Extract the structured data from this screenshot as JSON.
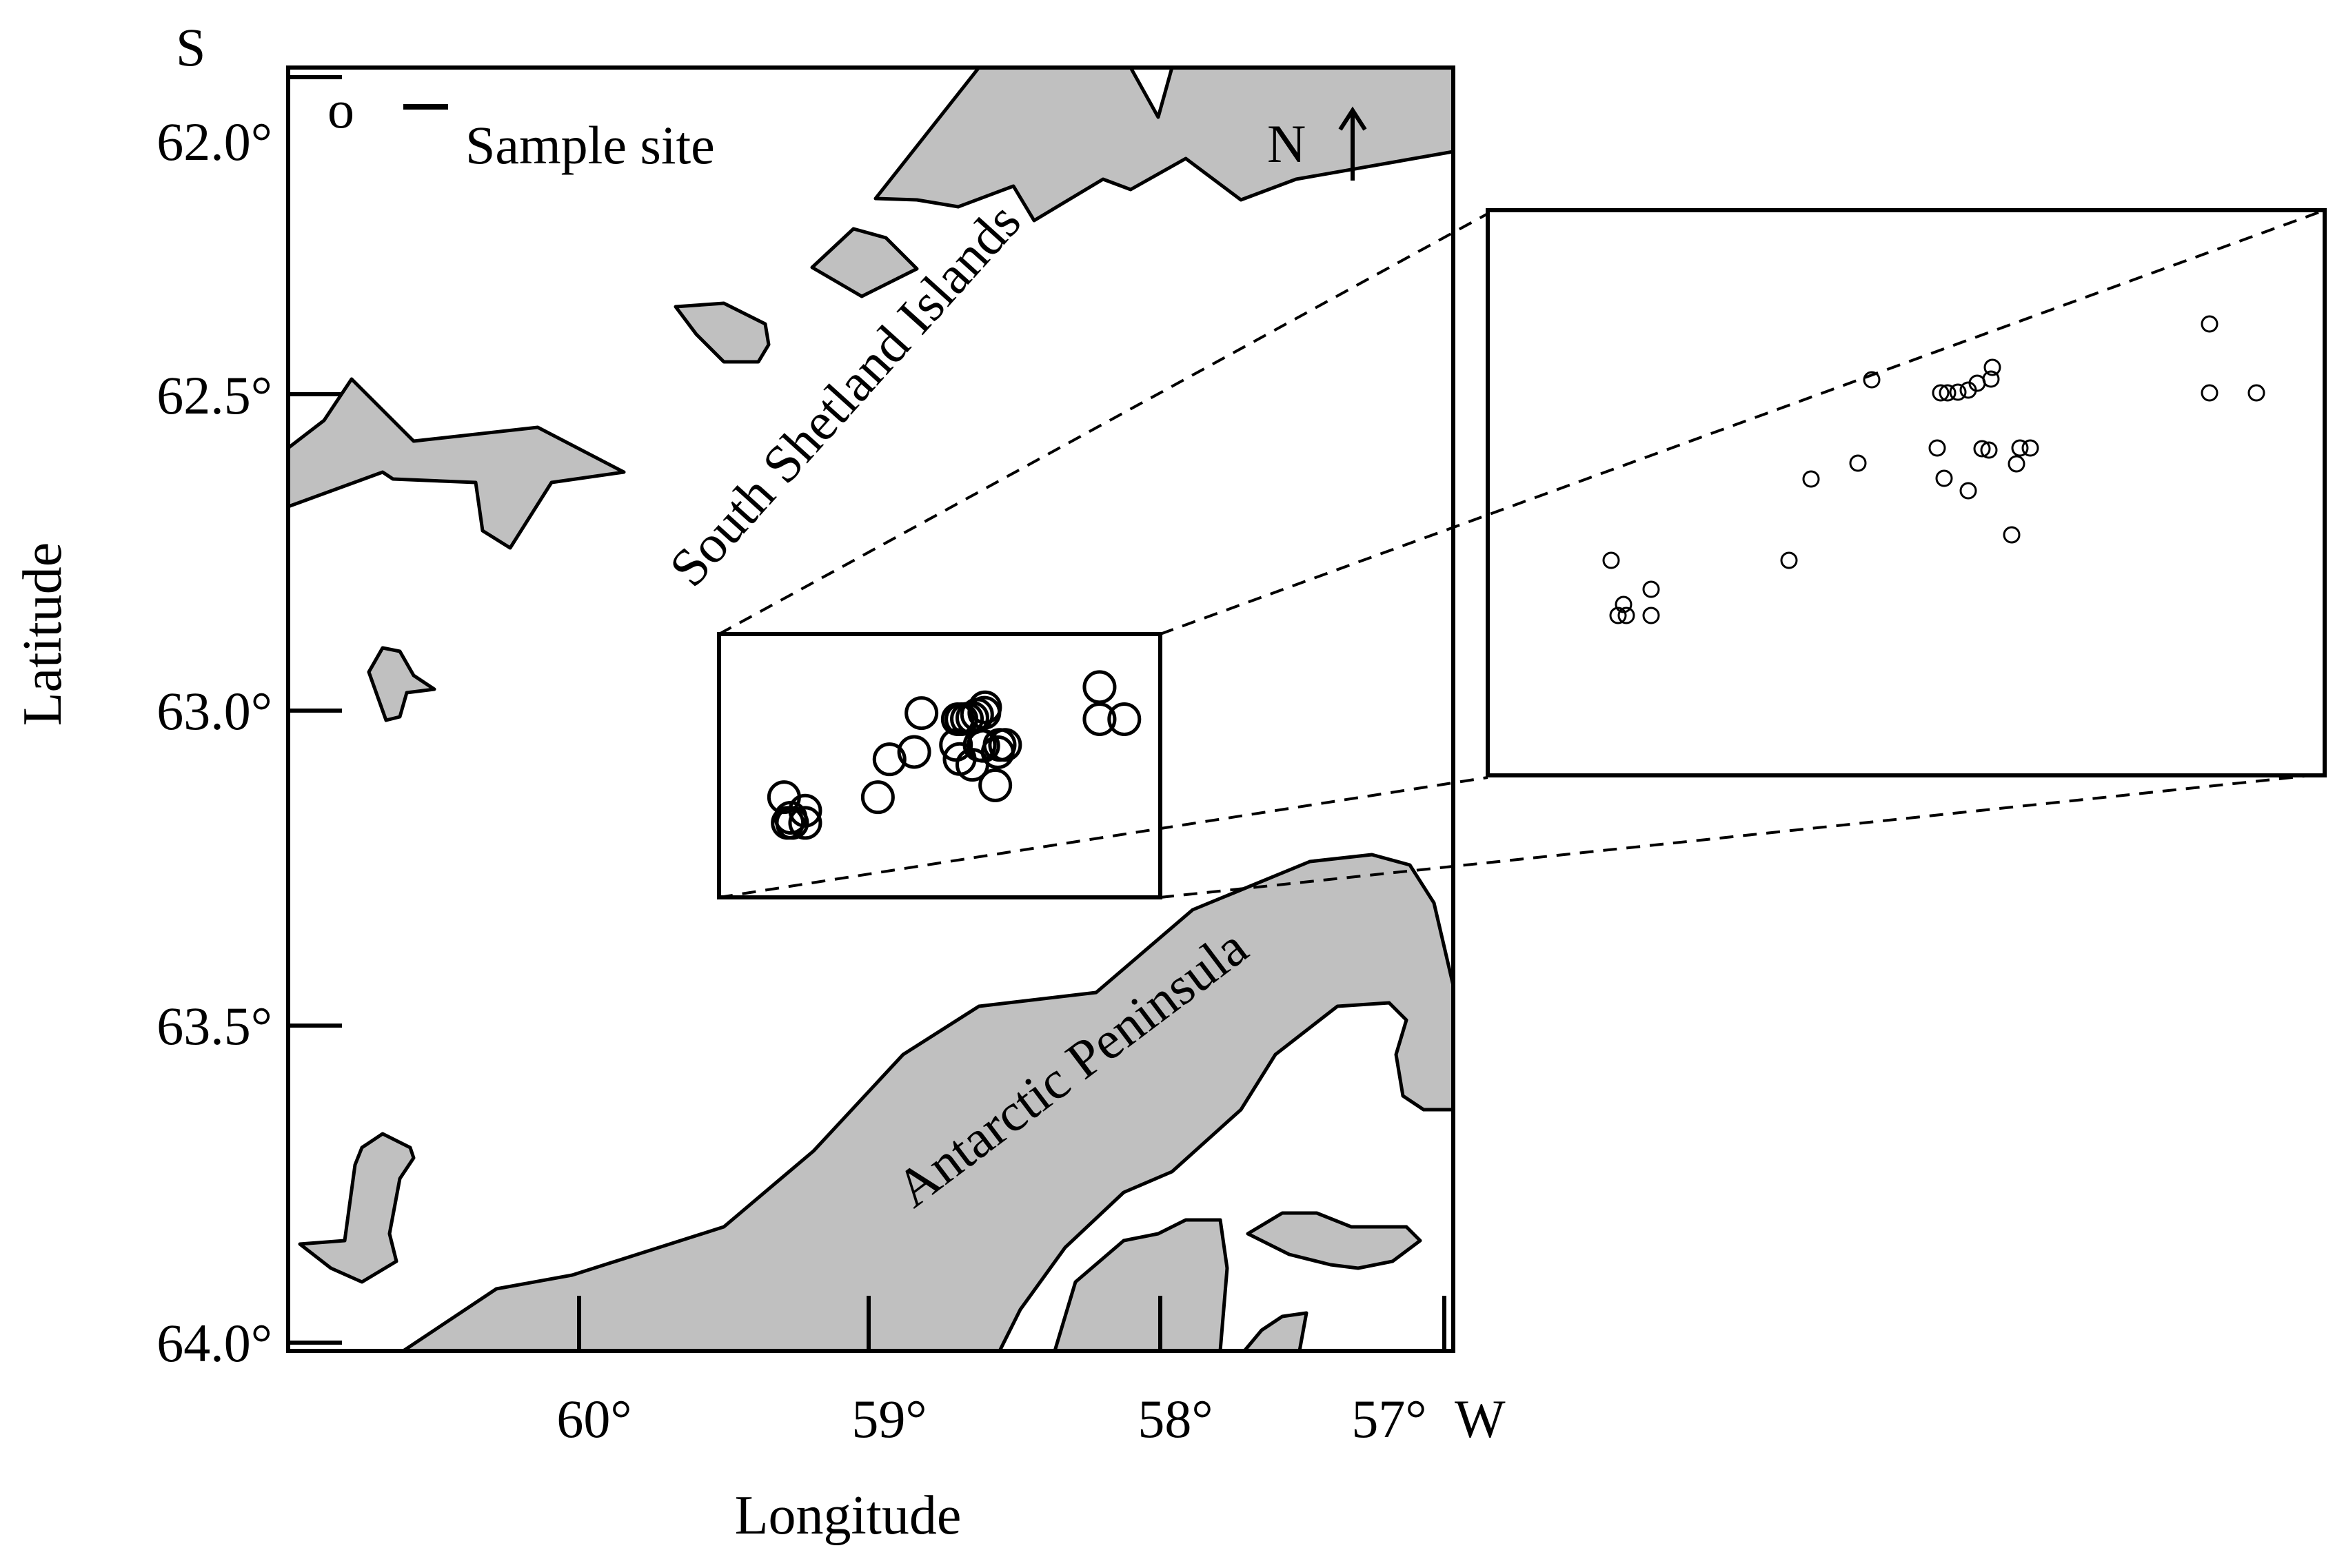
{
  "map": {
    "hemisphere_lat_label": "S",
    "lon_suffix": "W",
    "x_axis_title": "Longitude",
    "y_axis_title": "Latitude",
    "lat_ticks": [
      "62.0°",
      "62.5°",
      "63.0°",
      "63.5°",
      "64.0°"
    ],
    "lon_ticks": [
      "60°",
      "59°",
      "58°",
      "57°"
    ],
    "north_label": "N",
    "north_arrow": "↑",
    "legend_symbol": "o",
    "legend_dash": "—",
    "legend_label": "Sample site",
    "place_labels": {
      "islands": "South Shetland Islands",
      "peninsula": "Antarctic Peninsula"
    },
    "land_color": "#c0c0c0",
    "line_color": "#000000"
  }
}
